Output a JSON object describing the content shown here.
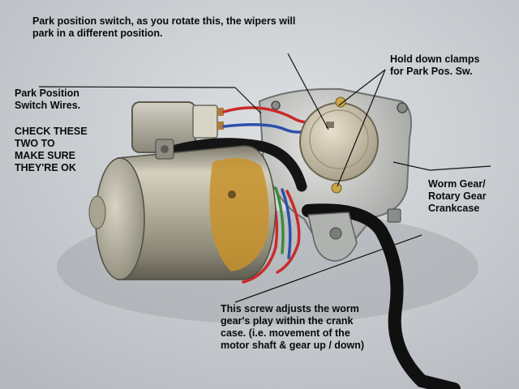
{
  "annotations": {
    "park_position_switch": "Park position switch, as you rotate this, the wipers will\npark in a different position.",
    "hold_down_clamps": "Hold down clamps\nfor Park Pos. Sw.",
    "park_switch_wires": "Park Position\nSwitch Wires.",
    "check_note": "CHECK THESE\nTWO TO\nMAKE SURE\nTHEY'RE OK",
    "worm_gear": "Worm Gear/\nRotary Gear\nCrankcase",
    "adjust_screw": "This screw adjusts the worm\ngear's play within the crank\ncase.  (i.e. movement of the\nmotor shaft & gear up / down)"
  },
  "colors": {
    "background": "#ccd0d4",
    "motor_body": "#b5b09c",
    "rust": "#c8922a",
    "annotation_text": "#0a0a0a"
  }
}
